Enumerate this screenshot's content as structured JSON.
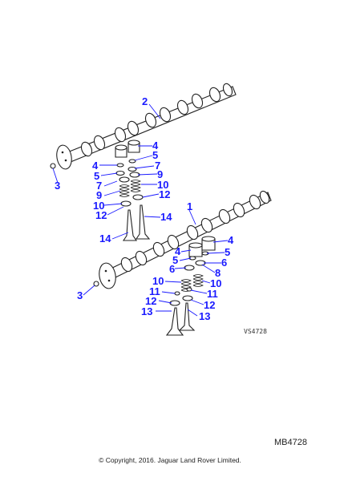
{
  "callouts": {
    "c2_top": "2",
    "c4_top_r": "4",
    "c5_top_r": "5",
    "c7_top_r": "7",
    "c9_top_r": "9",
    "c10_top_r": "10",
    "c12_top_r": "12",
    "c4_top_l": "4",
    "c5_top_l": "5",
    "c7_top_l": "7",
    "c9_top_l": "9",
    "c10_top_l": "10",
    "c12_top_l": "12",
    "c3_top": "3",
    "c14_top_r": "14",
    "c14_top_l": "14",
    "c1_low": "1",
    "c4_low_r": "4",
    "c4_low_l": "4",
    "c5_low_r": "5",
    "c5_low_l": "5",
    "c6_low_r": "6",
    "c6_low_l": "6",
    "c8_low": "8",
    "c10_low_l": "10",
    "c10_low_r": "10",
    "c11_low_l": "11",
    "c11_low_r": "11",
    "c12_low_l": "12",
    "c12_low_r": "12",
    "c13_low_l": "13",
    "c13_low_r": "13",
    "c3_low": "3"
  },
  "drawing_ref": "VS4728",
  "ref_code": "MB4728",
  "copyright": "© Copyright, 2016. Jaguar Land Rover Limited."
}
